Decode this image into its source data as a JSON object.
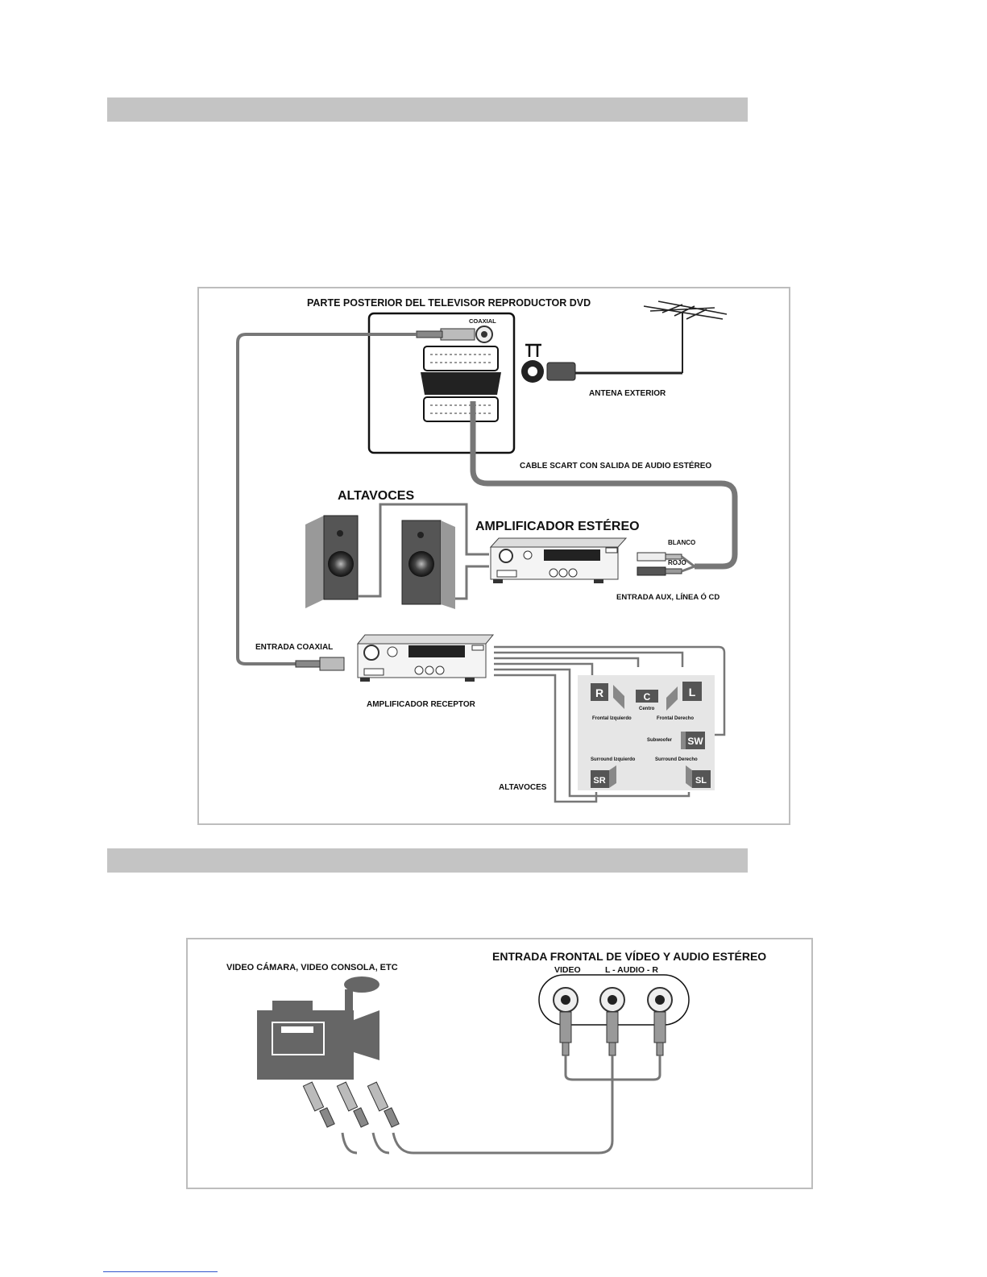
{
  "figure1": {
    "tv_back_label": "PARTE POSTERIOR DEL TELEVISOR REPRODUCTOR DVD",
    "coaxial_label": "COAXIAL",
    "antenna_label": "ANTENA EXTERIOR",
    "scart_cable_label": "CABLE SCART CON SALIDA DE AUDIO ESTÉREO",
    "speakers_label": "ALTAVOCES",
    "stereo_amp_label": "AMPLIFICADOR ESTÉREO",
    "white_label": "BLANCO",
    "red_label": "ROJO",
    "aux_input_label": "ENTRADA AUX, LÍNEA Ó CD",
    "coax_input_label": "ENTRADA COAXIAL",
    "receiver_label": "AMPLIFICADOR RECEPTOR",
    "speakers_bottom_label": "ALTAVOCES",
    "speaker_layout": {
      "r": "R",
      "c": "C",
      "l": "L",
      "sw": "SW",
      "sr": "SR",
      "sl": "SL",
      "front_left": "Frontal Izquierdo",
      "center": "Centro",
      "front_right": "Frontal Derecho",
      "subwoofer": "Subwoofer",
      "surround_left": "Surround Izquierdo",
      "surround_right": "Surround Derecho"
    }
  },
  "figure2": {
    "camera_label": "VIDEO CÁMARA, VIDEO CONSOLA, ETC",
    "front_input_label": "ENTRADA FRONTAL DE VÍDEO Y AUDIO ESTÉREO",
    "video_label": "VIDEO",
    "audio_label": "L - AUDIO - R"
  }
}
